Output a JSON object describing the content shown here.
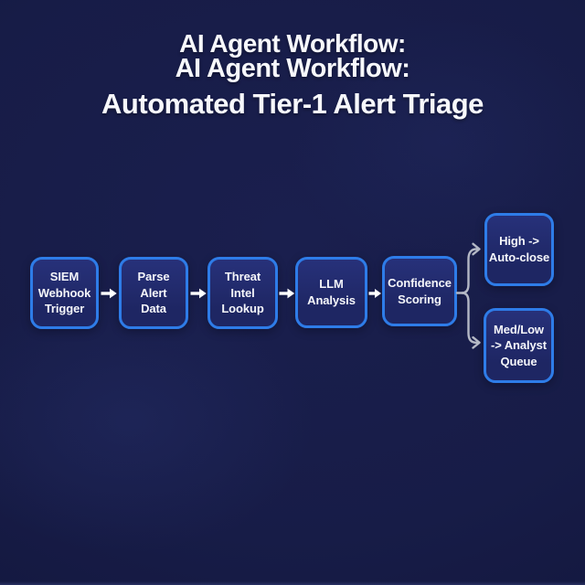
{
  "title": {
    "line1": "AI Agent Workflow:",
    "line2": "AI Agent Workflow:",
    "line3": "Automated Tier-1 Alert Triage"
  },
  "nodes": [
    {
      "id": "siem-webhook-trigger",
      "label": "SIEM\nWebhook\nTrigger"
    },
    {
      "id": "parse-alert-data",
      "label": "Parse\nAlert\nData"
    },
    {
      "id": "threat-intel-lookup",
      "label": "Threat\nIntel\nLookup"
    },
    {
      "id": "llm-analysis",
      "label": "LLM\nAnalysis"
    },
    {
      "id": "confidence-scoring",
      "label": "Confidence\nScoring"
    },
    {
      "id": "high-auto-close",
      "label": "High ->\nAuto-close"
    },
    {
      "id": "med-low-analyst-queue",
      "label": "Med/Low\n-> Analyst\nQueue"
    }
  ],
  "edges": [
    {
      "from": "siem-webhook-trigger",
      "to": "parse-alert-data"
    },
    {
      "from": "parse-alert-data",
      "to": "threat-intel-lookup"
    },
    {
      "from": "threat-intel-lookup",
      "to": "llm-analysis"
    },
    {
      "from": "llm-analysis",
      "to": "confidence-scoring"
    },
    {
      "from": "confidence-scoring",
      "to": "high-auto-close"
    },
    {
      "from": "confidence-scoring",
      "to": "med-low-analyst-queue"
    }
  ],
  "colors": {
    "background": "#1a1f4e",
    "background_edge": "#11153a",
    "node_fill": "#1e2663",
    "node_border": "#2e7ce8",
    "node_text": "#f5f6fa",
    "title_text": "#f7f8fc",
    "flow_arrow": "#ffffff",
    "branch_connector": "#b4b8c5"
  }
}
